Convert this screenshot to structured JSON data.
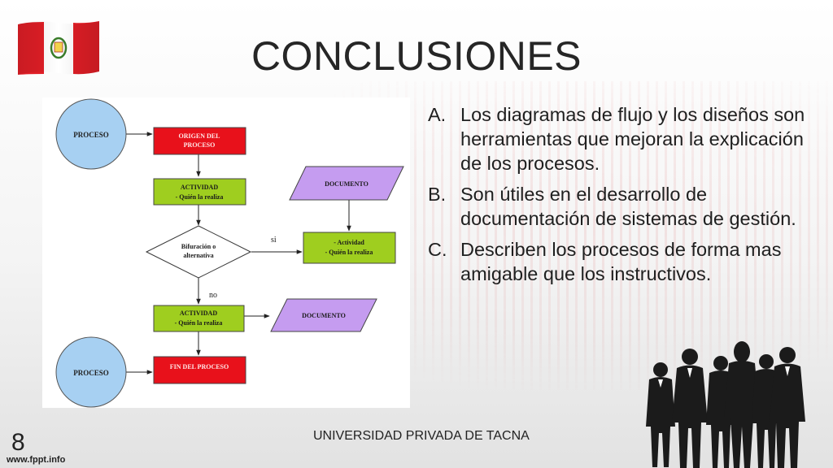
{
  "slide": {
    "title": "CONCLUSIONES",
    "footer": "UNIVERSIDAD PRIVADA DE TACNA",
    "page_number": "8",
    "site": "www.fppt.info"
  },
  "diagram": {
    "proceso_top": "PROCESO",
    "origen_line1": "ORIGEN DEL",
    "origen_line2": "PROCESO",
    "actividad1_line1": "ACTIVIDAD",
    "actividad1_line2": "- Quién la realiza",
    "documento1": "DOCUMENTO",
    "decision_line1": "Bifuración o",
    "decision_line2": "alternativa",
    "label_si": "si",
    "label_no": "no",
    "actividad_si_line1": "- Actividad",
    "actividad_si_line2": "- Quién la realiza",
    "actividad2_line1": "ACTIVIDAD",
    "actividad2_line2": "- Quién la realiza",
    "documento2": "DOCUMENTO",
    "proceso_bottom": "PROCESO",
    "fin": "FIN DEL PROCESO"
  },
  "conclusions": [
    {
      "marker": "A.",
      "text": "Los diagramas de flujo y los diseños son herramientas que mejoran la explicación de los procesos."
    },
    {
      "marker": "B.",
      "text": "Son útiles en el desarrollo de documentación de sistemas de gestión."
    },
    {
      "marker": "C.",
      "text": "Describen los procesos de forma mas amigable que los instructivos."
    }
  ],
  "colors": {
    "red_box": "#e8111b",
    "green_box": "#9fce1f",
    "purple_box": "#c59cf0",
    "blue_circle": "#a7d0f2",
    "flag_red": "#e01e26"
  }
}
